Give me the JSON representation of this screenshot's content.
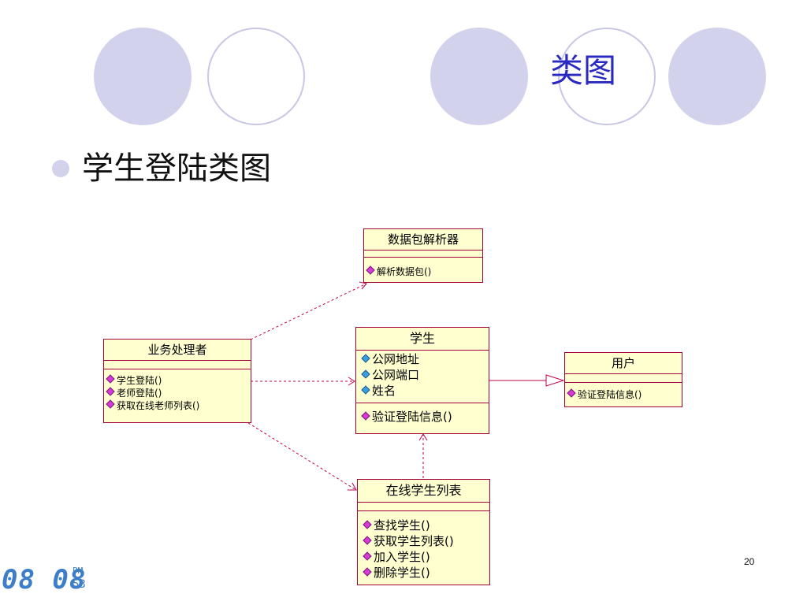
{
  "slide": {
    "title": "类图",
    "bullet": "学生登陆类图",
    "page_number": "20"
  },
  "clock": {
    "time": "08 08",
    "ampm": "PM",
    "seconds": "53"
  },
  "colors": {
    "decor_fill": "#d2d2ec",
    "title": "#2a2ac2",
    "class_fill": "#ffffd0",
    "class_border": "#a3003c",
    "connector": "#c0004a"
  },
  "classes": {
    "parser": {
      "name": "数据包解析器",
      "ops": [
        "解析数据包()"
      ]
    },
    "handler": {
      "name": "业务处理者",
      "ops": [
        "学生登陆()",
        "老师登陆()",
        "获取在线老师列表()"
      ]
    },
    "student": {
      "name": "学生",
      "attrs": [
        "公网地址",
        "公网端口",
        "姓名"
      ],
      "ops": [
        "验证登陆信息()"
      ]
    },
    "user": {
      "name": "用户",
      "ops": [
        "验证登陆信息()"
      ]
    },
    "online_list": {
      "name": "在线学生列表",
      "ops": [
        "查找学生()",
        "获取学生列表()",
        "加入学生()",
        "删除学生()"
      ]
    }
  }
}
